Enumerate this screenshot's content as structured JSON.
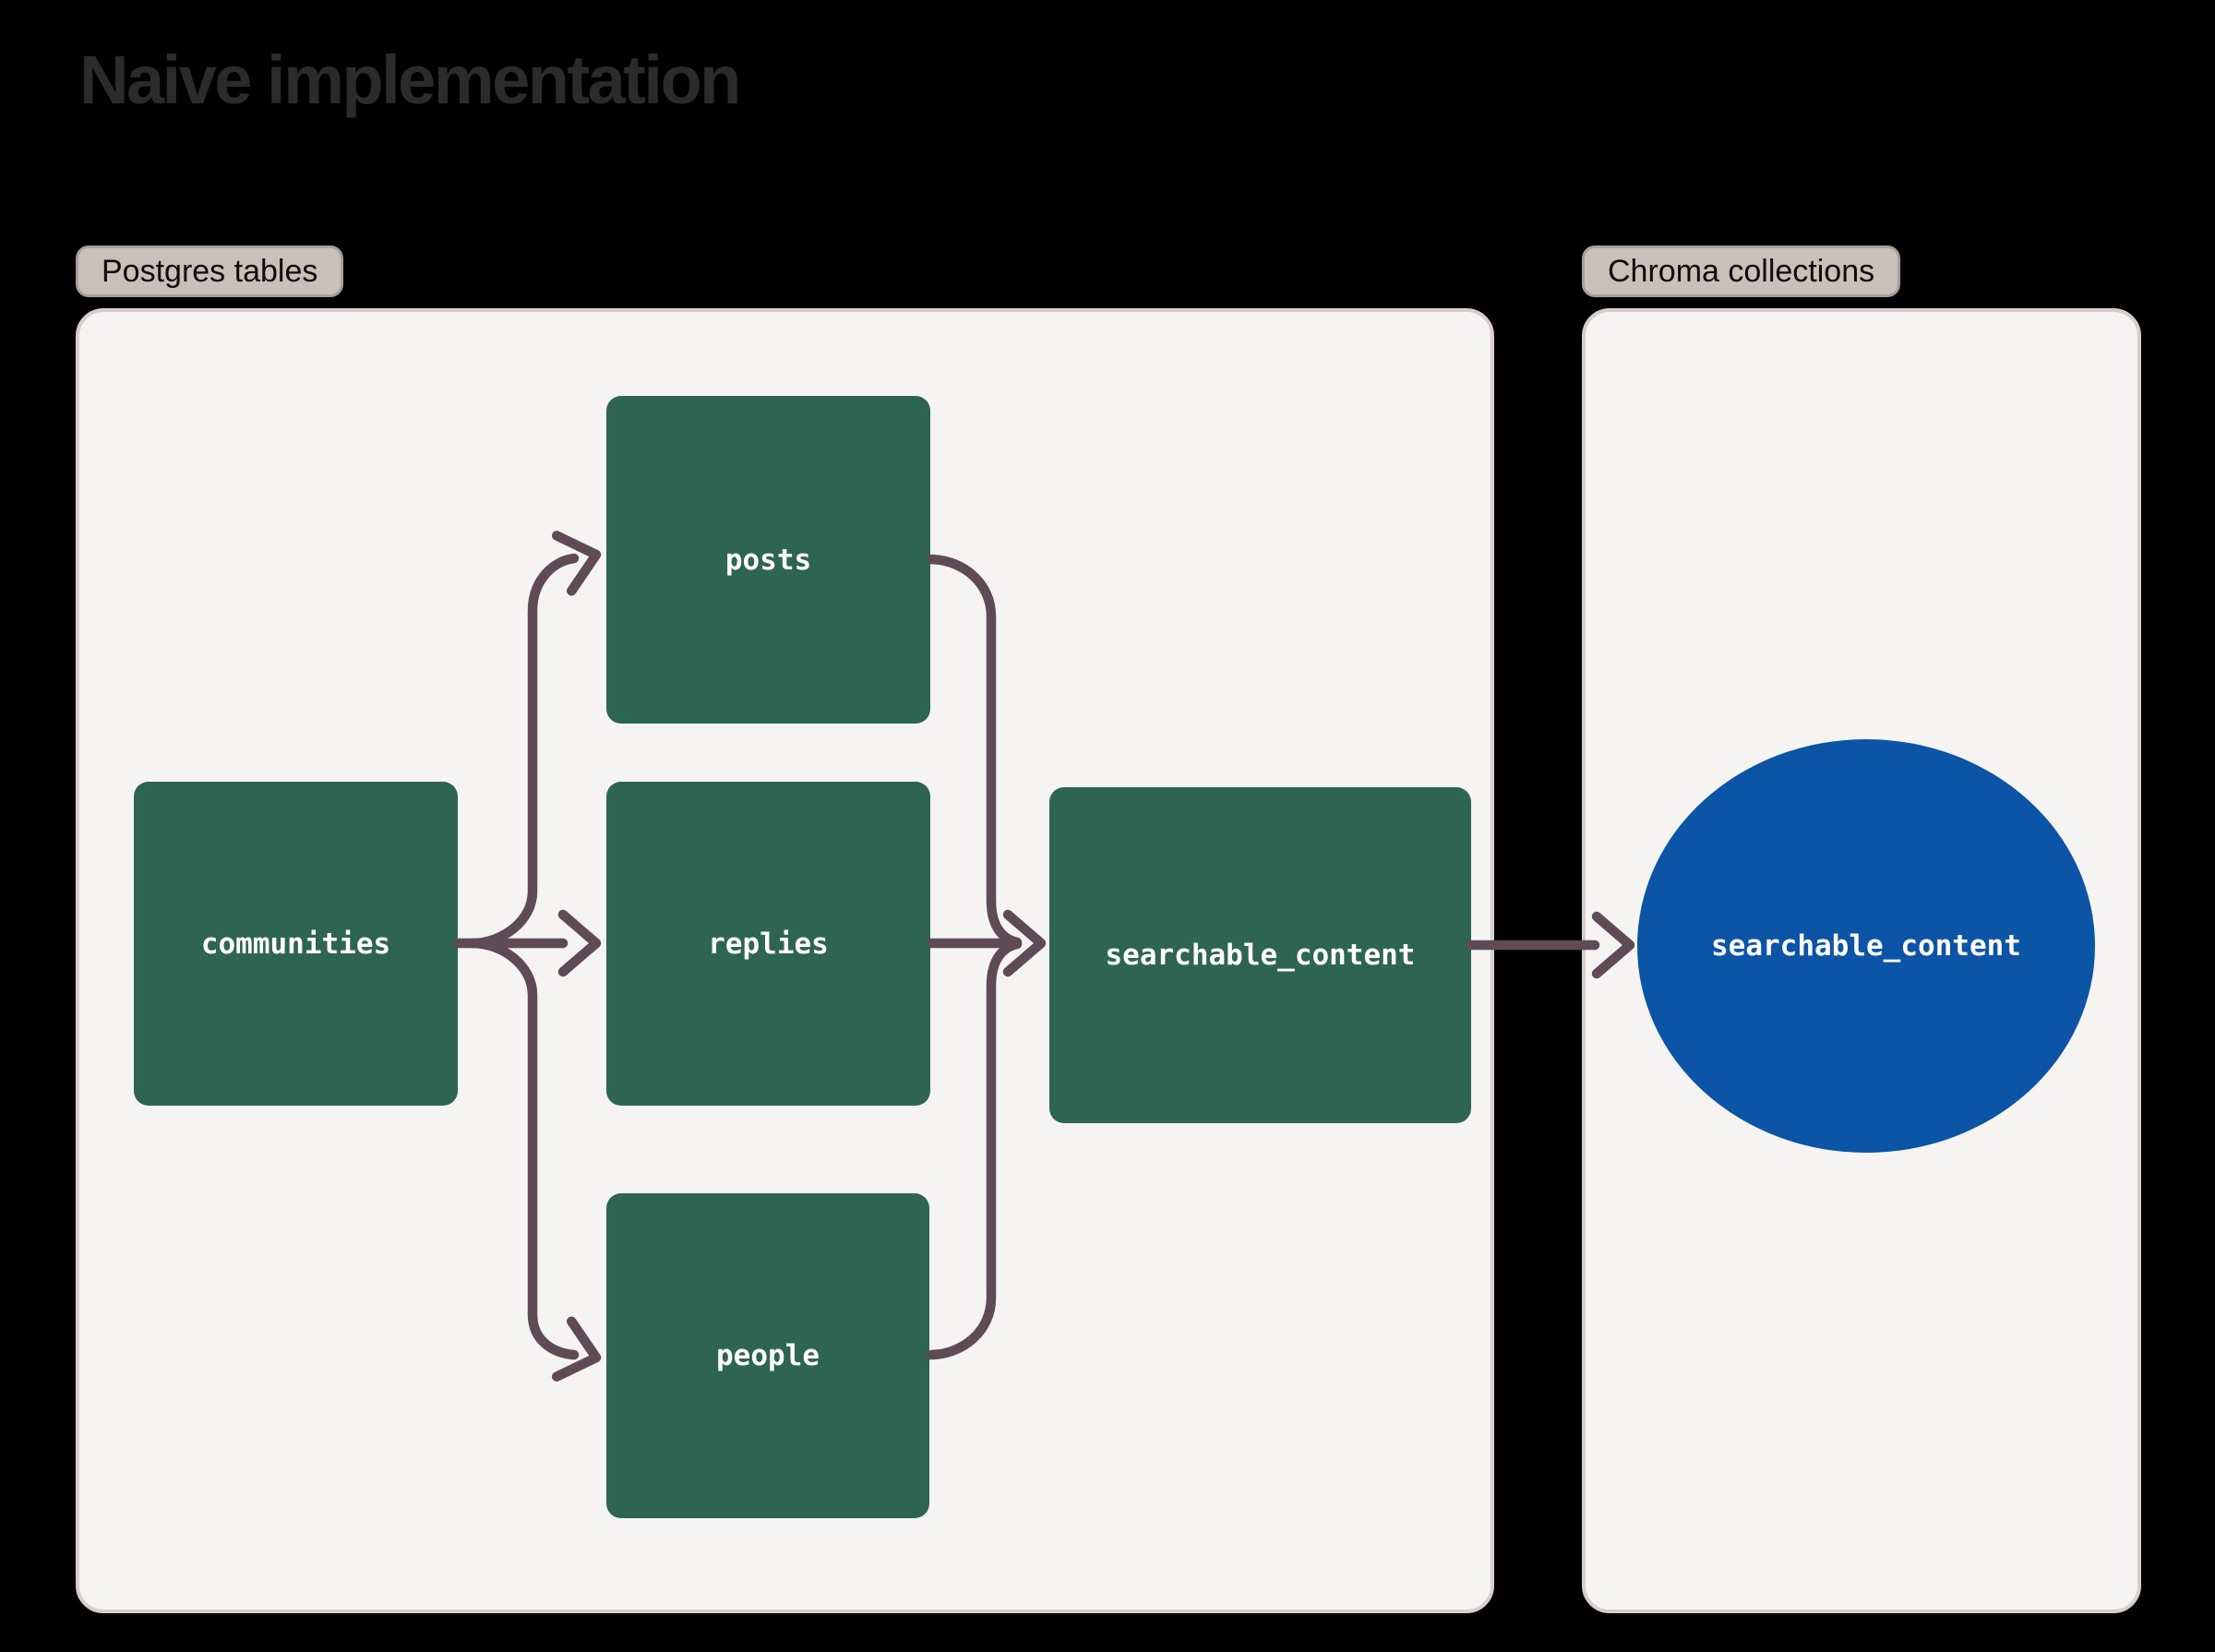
{
  "title": "Naive implementation",
  "panels": {
    "postgres": {
      "badge": "Postgres tables"
    },
    "chroma": {
      "badge": "Chroma collections"
    }
  },
  "nodes": {
    "communities": {
      "label": "communities",
      "type": "table",
      "shape": "rectangle"
    },
    "posts": {
      "label": "posts",
      "type": "table",
      "shape": "rectangle"
    },
    "replies": {
      "label": "replies",
      "type": "table",
      "shape": "rectangle"
    },
    "people": {
      "label": "people",
      "type": "table",
      "shape": "rectangle"
    },
    "searchable_content_table": {
      "label": "searchable_content",
      "type": "table",
      "shape": "rectangle"
    },
    "searchable_content_collection": {
      "label": "searchable_content",
      "type": "collection",
      "shape": "ellipse"
    }
  },
  "edges": [
    {
      "from": "communities",
      "to": "posts"
    },
    {
      "from": "communities",
      "to": "replies"
    },
    {
      "from": "communities",
      "to": "people"
    },
    {
      "from": "posts",
      "to": "searchable_content_table"
    },
    {
      "from": "replies",
      "to": "searchable_content_table"
    },
    {
      "from": "people",
      "to": "searchable_content_table"
    },
    {
      "from": "searchable_content_table",
      "to": "searchable_content_collection"
    }
  ],
  "colors": {
    "background": "#000000",
    "title_text": "#2b2b2b",
    "badge_fill": "#c8c0bb",
    "badge_border": "#a89f9b",
    "badge_text": "#0d0d0d",
    "panel_fill": "#f5f4f2",
    "panel_border": "#d7cdca",
    "table_fill": "#2d6452",
    "collection_fill": "#0c55a6",
    "node_text": "#ffffff",
    "arrow": "#5f4b55"
  }
}
